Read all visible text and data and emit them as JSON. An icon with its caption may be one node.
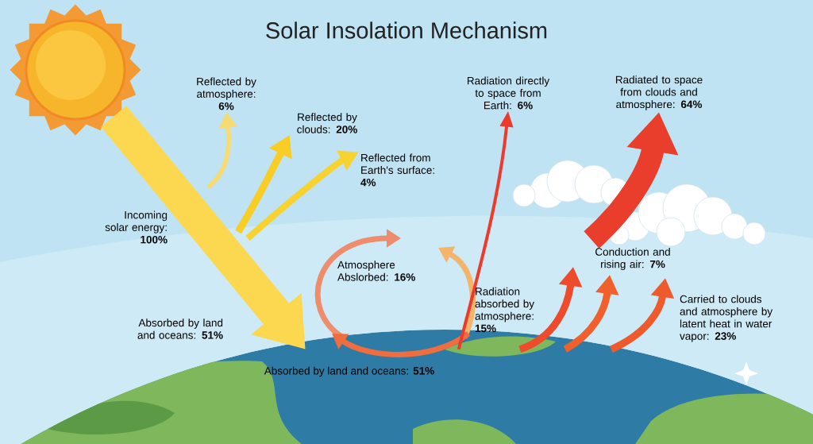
{
  "diagram": {
    "title": "Solar Insolation Mechanism",
    "nodes": [
      {
        "text": [],
        "shape": "picture"
      },
      {
        "text": [],
        "shape": "picture"
      },
      {
        "text": [
          "Reflected by atmosphere: **6%**"
        ]
      },
      {
        "text": [
          "Reflected by clouds: **20%**"
        ]
      },
      {
        "text": [
          "Reflected from Earth's surface: **4%**"
        ]
      },
      {
        "text": [
          "Radiation directly to space from Earth: **6%**"
        ]
      },
      {
        "text": [
          "Radiated to space from clouds and atmosphere: **64%**"
        ]
      }
    ],
    "edges": [
      {
        "from": 0,
        "to": 1,
        "arrow": "to",
        "style": "thick",
        "color": "#fbd84f"
      },
      {
        "from": null,
        "to": 2,
        "arrow": "to",
        "color": "#f6da74"
      },
      {
        "from": null,
        "to": 3,
        "arrow": "to",
        "color": "#f8cd26"
      },
      {
        "from": null,
        "to": 4,
        "arrow": "to",
        "color": "#f8d22e"
      },
      {
        "from": 1,
        "to": 5,
        "arrow": "to",
        "color": "#ec3b2c"
      },
      {
        "from": null,
        "to": 6,
        "arrow": "to",
        "style": "thick",
        "color": "#ea3e2c"
      },
      {
        "from": 1,
        "to": null,
        "arrow": "to",
        "color": "#ee4a2c"
      },
      {
        "from": 1,
        "to": null,
        "arrow": "to",
        "color": "#f0602c"
      },
      {
        "from": 1,
        "to": null,
        "arrow": "to",
        "color": "#ef5a2c"
      }
    ],
    "labels": [
      "Incoming solar energy: **100%**",
      "Conduction and rising air: **7%**",
      "Atmosphere Abslorbed: **16%**",
      "Radiation absorbed by atmosphere: **15%**",
      "Carried to clouds and atmosphere by latent heat in water vapor: **23%**",
      "Absorbed by land and oceans: **51%**",
      "Absorbed by land and oceans: **51%**"
    ]
  }
}
